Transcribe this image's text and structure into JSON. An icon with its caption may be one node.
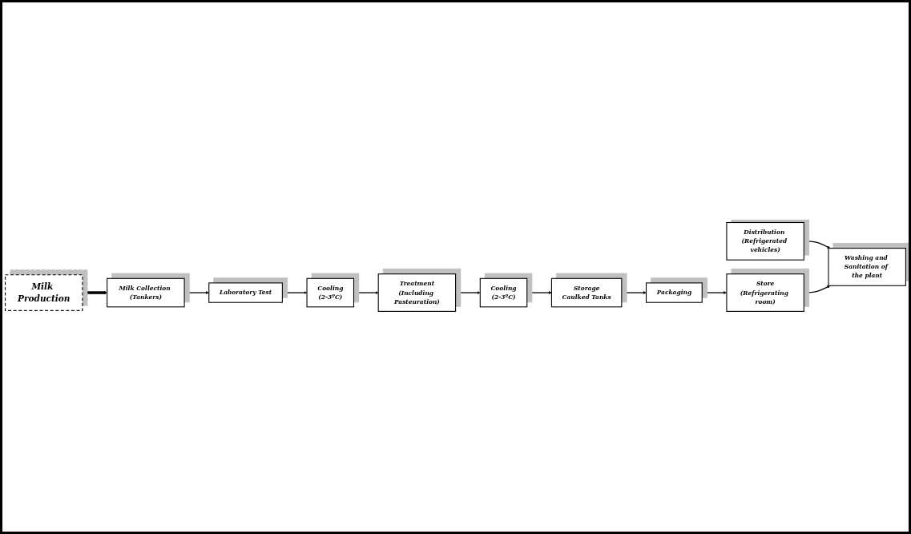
{
  "diagram": {
    "nodes": [
      {
        "text": [
          "Milk Production"
        ]
      },
      {
        "text": [
          "Milk Collection (Tankers)"
        ]
      },
      {
        "text": [
          "Laboratory Test"
        ]
      },
      {
        "text": [
          "Cooling",
          "(2-3ºC)"
        ]
      },
      {
        "text": [
          "Distribution (Refrigerated vehicles)"
        ]
      },
      {
        "text": [
          "Washing and Sanitation of the plant"
        ]
      },
      {
        "text": [
          "Treatment",
          "(Including Pasteuration)"
        ]
      },
      {
        "text": [
          "Store",
          "(Refrigerating room)"
        ]
      },
      {
        "text": [
          "Packaging"
        ]
      },
      {
        "text": [
          "Storage",
          "Caulked Tanks"
        ]
      },
      {
        "text": [
          "Cooling",
          "(2-3ºC)"
        ]
      }
    ],
    "edges": [
      {
        "from": 0,
        "to": 1,
        "arrow": "to",
        "style": "thick"
      },
      {
        "from": 1,
        "to": 2,
        "arrow": "to"
      },
      {
        "from": 2,
        "to": 3,
        "arrow": "to"
      },
      {
        "from": 3,
        "to": 6,
        "arrow": "to"
      },
      {
        "from": 6,
        "to": 10,
        "arrow": "to"
      },
      {
        "from": 10,
        "to": 9,
        "arrow": "to"
      },
      {
        "from": 9,
        "to": 8,
        "arrow": "to"
      },
      {
        "from": 8,
        "to": 7,
        "arrow": "to"
      },
      {
        "from": 4,
        "to": 5,
        "arrow": "to"
      },
      {
        "from": 7,
        "to": 5,
        "arrow": "to"
      }
    ]
  }
}
